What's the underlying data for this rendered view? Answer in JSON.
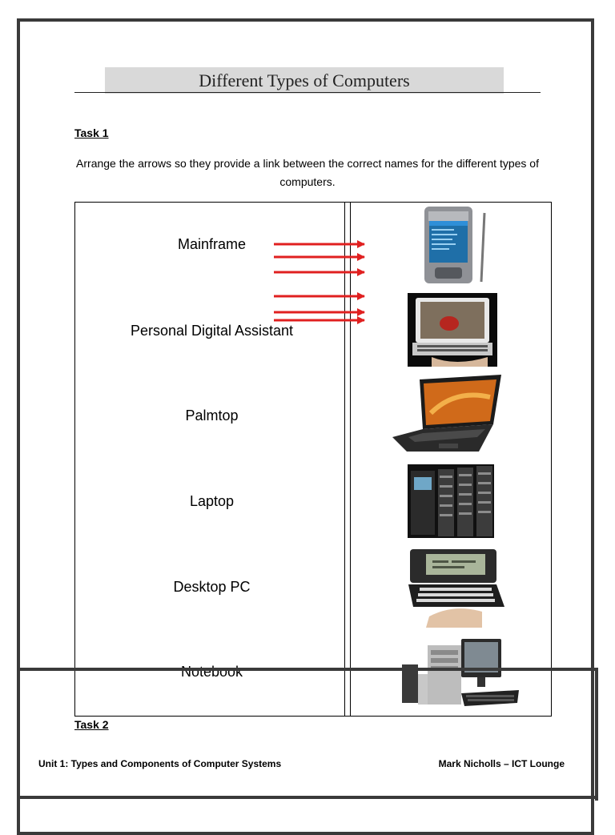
{
  "title": "Different Types of Computers",
  "task1": {
    "heading": "Task 1",
    "instructions": "Arrange the arrows so they provide a link between the correct names for the different types of computers."
  },
  "computer_names": [
    "Mainframe",
    "Personal Digital Assistant",
    "Palmtop",
    "Laptop",
    "Desktop PC",
    "Notebook"
  ],
  "images": [
    {
      "icon": "pda-image"
    },
    {
      "icon": "notebook-image"
    },
    {
      "icon": "laptop-image"
    },
    {
      "icon": "mainframe-image"
    },
    {
      "icon": "palmtop-image"
    },
    {
      "icon": "desktop-pc-image"
    }
  ],
  "arrow_color": "#e02020",
  "task2": {
    "heading": "Task 2"
  },
  "footer": {
    "left": "Unit 1: Types and Components of Computer Systems",
    "right": "Mark Nicholls – ICT Lounge"
  }
}
